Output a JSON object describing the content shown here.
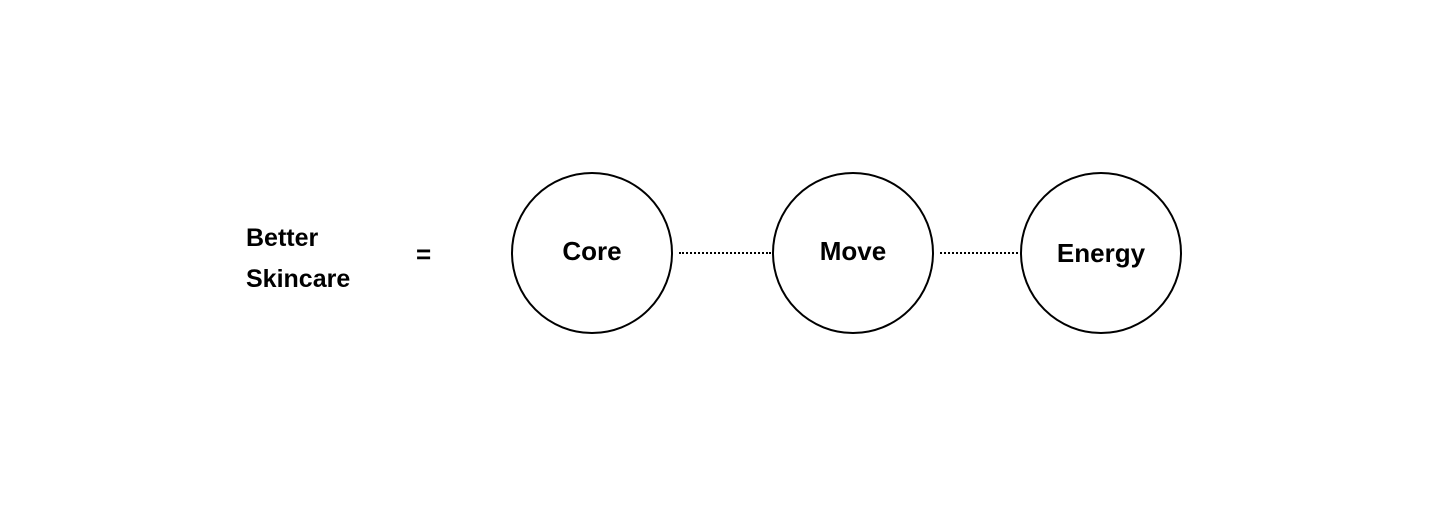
{
  "equation": {
    "lhs_lines": [
      "Better",
      "Skincare"
    ],
    "operator": "="
  },
  "nodes": [
    {
      "label": "Core"
    },
    {
      "label": "Move"
    },
    {
      "label": "Energy"
    }
  ],
  "colors": {
    "background": "#ffffff",
    "stroke": "#000000",
    "text": "#000000"
  }
}
